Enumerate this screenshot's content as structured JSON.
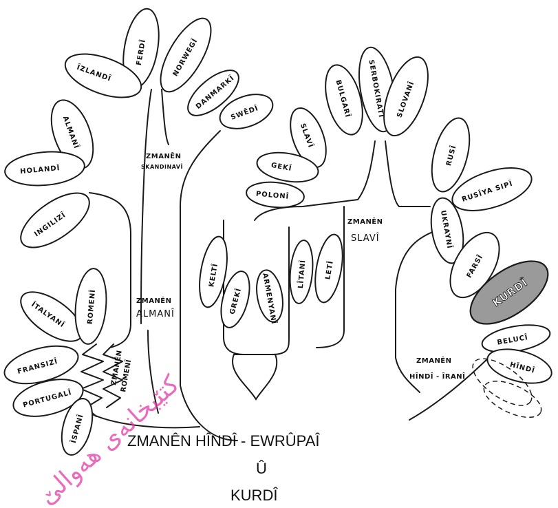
{
  "leaves": {
    "ferdi": "FERDÎ",
    "izlandi": "ÎZLANDÎ",
    "norwegi": "NORWEGÎ",
    "danmarki": "DANMARKÎ",
    "swedi": "SWÊDÎ",
    "almani": "ALMANÎ",
    "holandi": "HOLANDÎ",
    "ingilizi": "INGILIZÎ",
    "italyani": "ÎTALYANÎ",
    "romeni_leaf": "ROMENÎ",
    "fransizi": "FRANSIZÎ",
    "portugali": "PORTUGALÎ",
    "ispani": "ÎSPANÎ",
    "bulgari": "BULGARÎ",
    "serbokirati": "SERBOKIRATÎ",
    "slovani": "SLOVANÎ",
    "slavi_leaf": "SLAVÎ",
    "geki": "GEKÎ",
    "poloni": "POLONÎ",
    "rusi": "RUSÎ",
    "rusiya_sipi": "RUSÎYA SIPÎ",
    "ukrayni": "UKRAYNÎ",
    "farsi": "FARSÎ",
    "kurdi_leaf": "KURDÎ",
    "beluci": "BELUCÎ",
    "hindi": "HÎNDÎ",
    "kelti": "KELTÎ",
    "greki": "GREKÎ",
    "litani": "LÎTANÎ",
    "leti": "LETÎ",
    "armenyani": "ARMENYANÎ"
  },
  "groups": {
    "skandinavi_1": "ZMANÊN",
    "skandinavi_2": "SKANDINAVÎ",
    "slavi_1": "ZMANÊN",
    "slavi_2": "SLAVÎ",
    "almani_1": "ZMANÊN",
    "almani_2": "ALMANÎ",
    "romeni_1": "ZMANÊN",
    "romeni_2": "ROMENÎ",
    "hindi_irani_1": "ZMANÊN",
    "hindi_irani_2": "HÎNDÎ - ÎRANÎ"
  },
  "title": {
    "line1": "ZMANÊN HÎNDÎ - EWRÛPAÎ",
    "line2": "Û",
    "line3": "KURDÎ"
  },
  "watermark": "کتێبخانەی هەوالێ",
  "colors": {
    "ink": "#1a1a1a",
    "kurdi_fill": "#9a9a9a",
    "watermark": "#e23aa6"
  }
}
